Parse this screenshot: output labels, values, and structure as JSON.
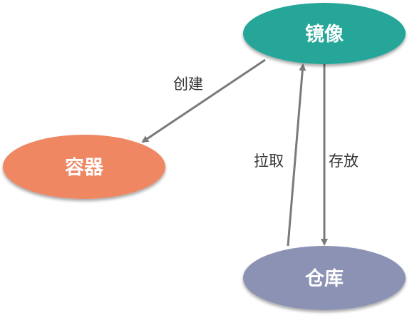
{
  "nodes": {
    "image": {
      "label": "镜像",
      "color": "#26a699"
    },
    "container": {
      "label": "容器",
      "color": "#ef8763"
    },
    "repository": {
      "label": "仓库",
      "color": "#8b92b3"
    }
  },
  "edges": {
    "create": {
      "label": "创建"
    },
    "pull": {
      "label": "拉取"
    },
    "store": {
      "label": "存放"
    }
  },
  "colors": {
    "edge": "#7a7a7a"
  }
}
